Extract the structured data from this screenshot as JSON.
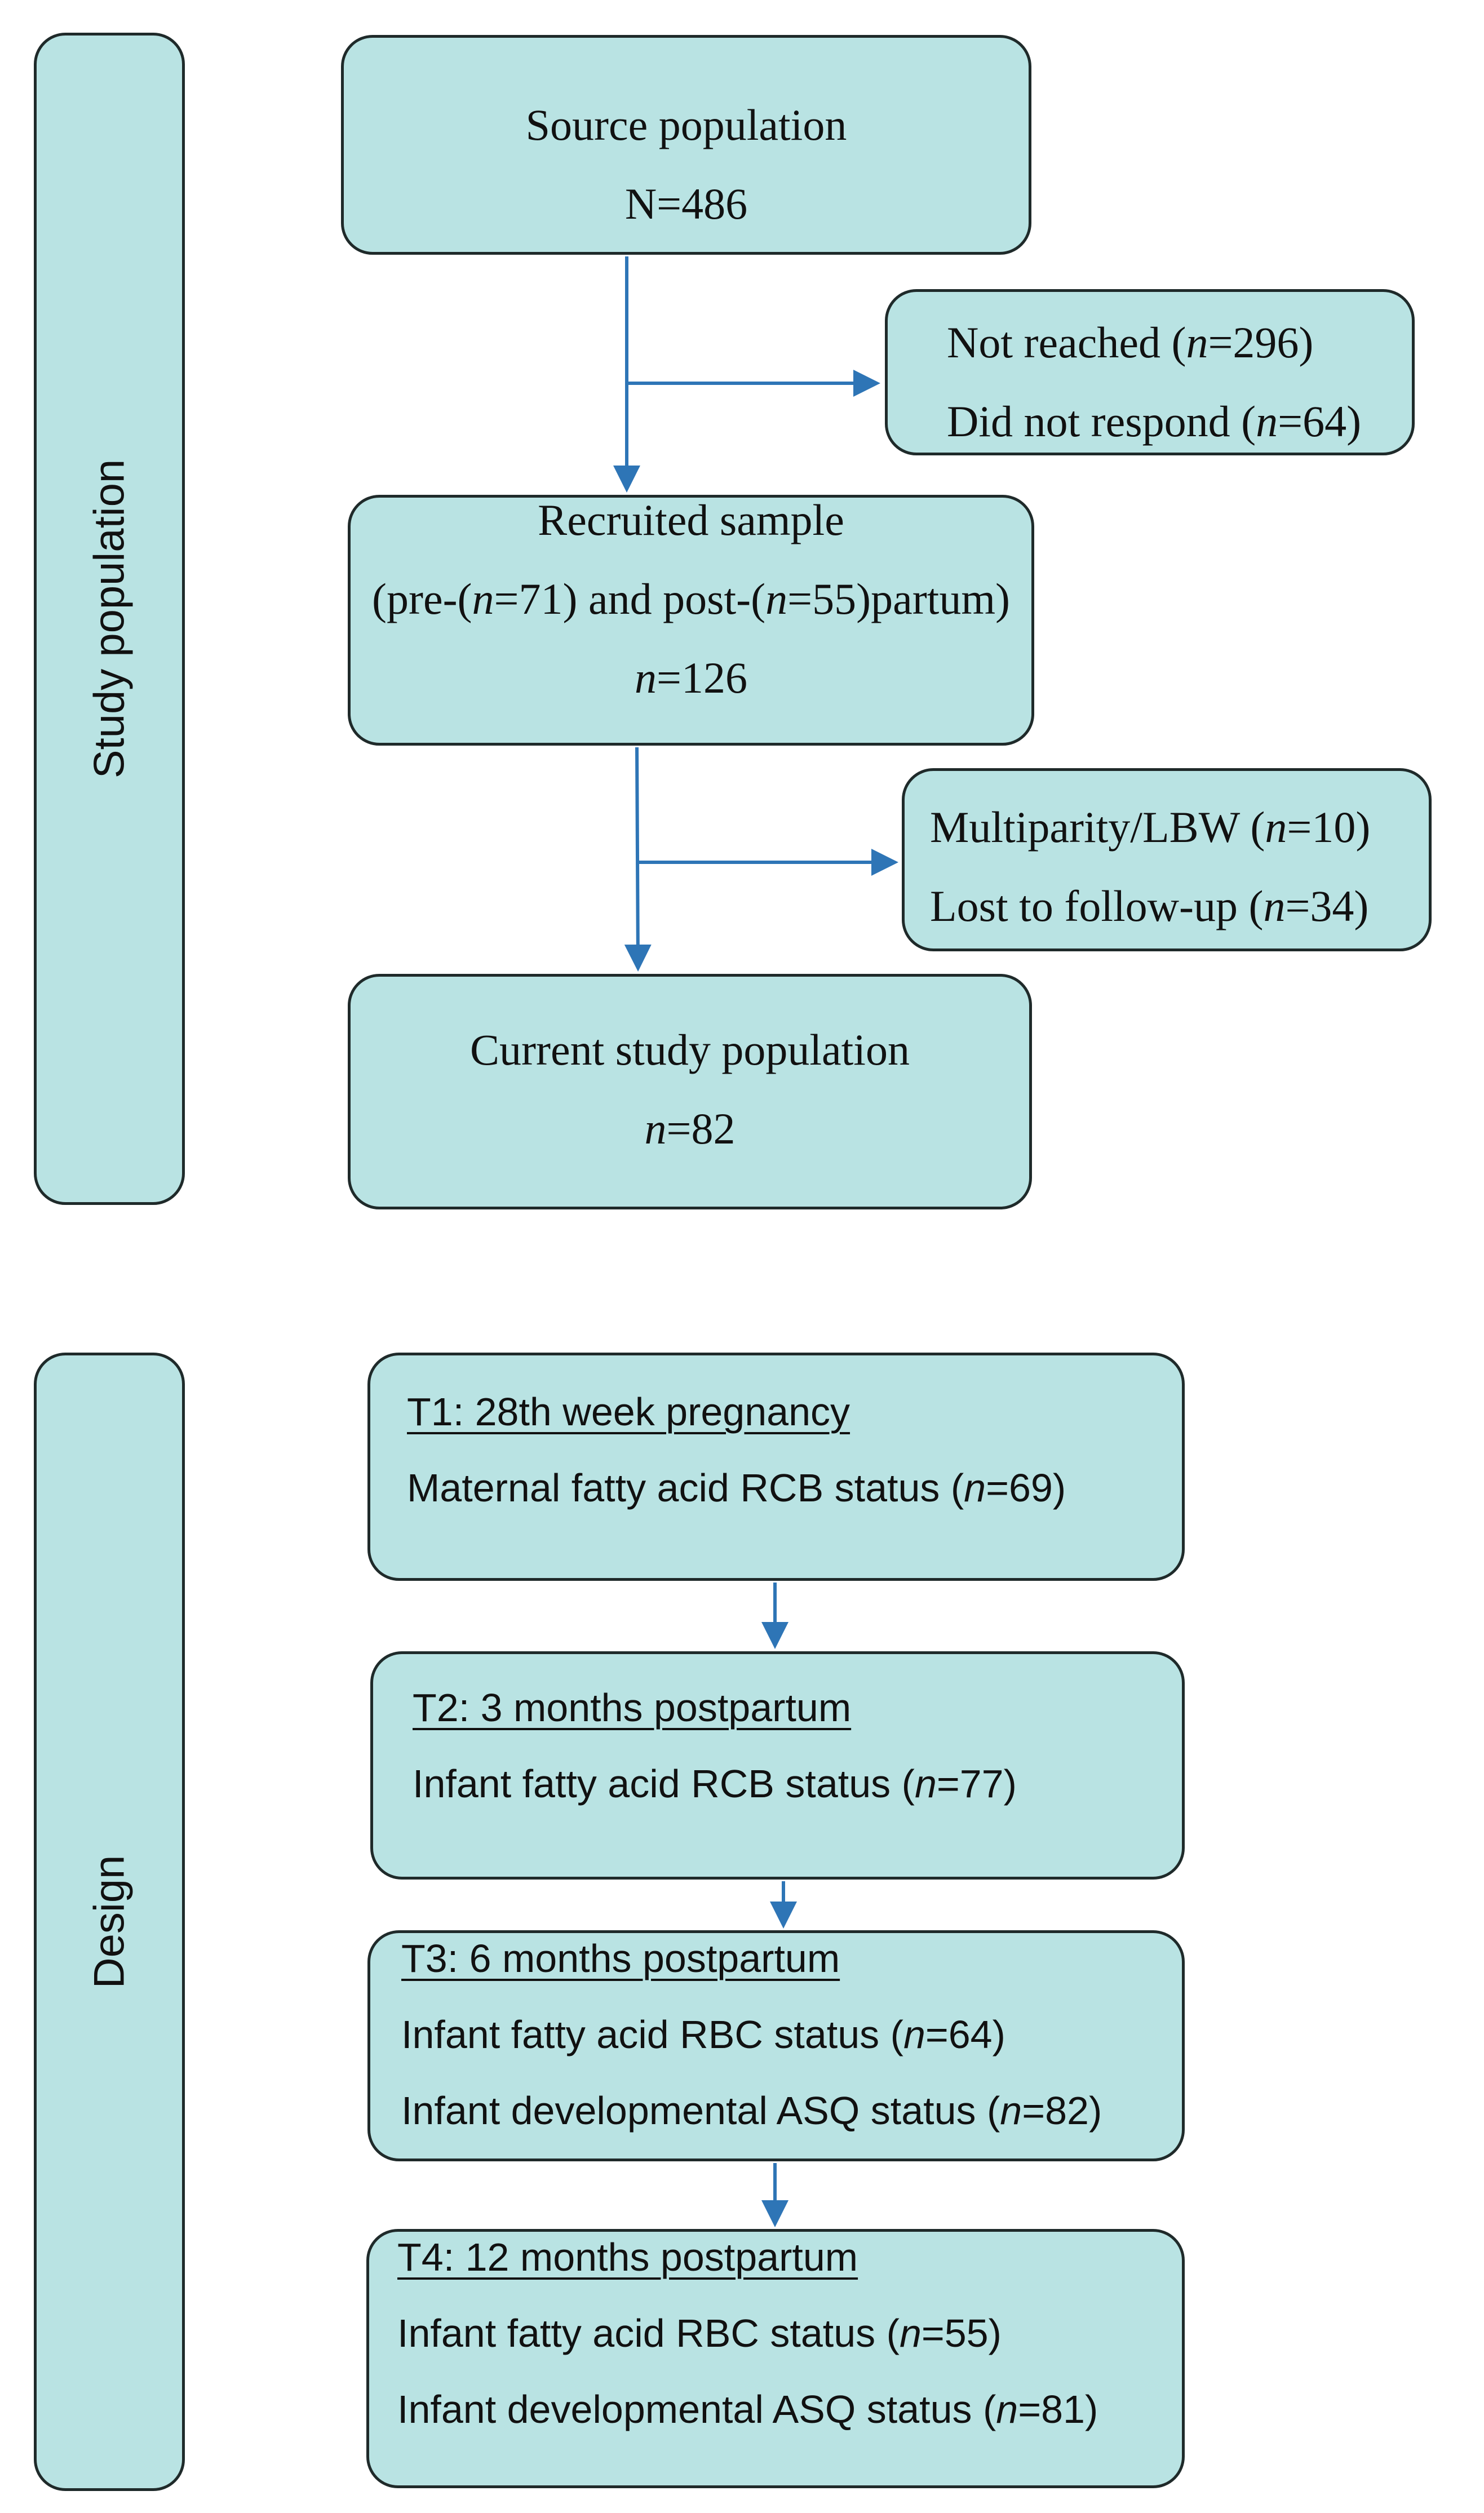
{
  "side_labels": {
    "study_population": "Study population",
    "design": "Design"
  },
  "flow": {
    "source": {
      "title": "Source population",
      "count": "N=486"
    },
    "excluded_1": {
      "not_reached": {
        "label": "Not reached (",
        "n": "n",
        "val": "=296)"
      },
      "did_not_respond": {
        "label": "Did not respond (",
        "n": "n",
        "val": "=64)"
      }
    },
    "recruited": {
      "title": "Recruited sample",
      "sub_a": "(pre-(",
      "sub_n1": "n",
      "sub_b": "=71) and post-(",
      "sub_n2": "n",
      "sub_c": "=55)partum)",
      "count_n": "n",
      "count_val": "=126"
    },
    "excluded_2": {
      "multiparity": {
        "label": "Multiparity/LBW (",
        "n": "n",
        "val": "=10)"
      },
      "lost": {
        "label": "Lost to follow-up (",
        "n": "n",
        "val": "=34)"
      }
    },
    "current": {
      "title": "Current study population",
      "count_n": "n",
      "count_val": "=82"
    }
  },
  "design": {
    "t1": {
      "heading": "T1: 28th week pregnancy ",
      "line1_label": "Maternal fatty acid RCB status (",
      "line1_n": "n",
      "line1_val": "=69)"
    },
    "t2": {
      "heading": "T2: 3 months postpartum",
      "line1_label": "Infant fatty acid RCB status (",
      "line1_n": "n",
      "line1_val": "=77)"
    },
    "t3": {
      "heading": "T3: 6 months postpartum",
      "line1_label": "Infant fatty acid RBC status (",
      "line1_n": "n",
      "line1_val": "=64)",
      "line2_label": "Infant developmental ASQ status (",
      "line2_n": "n",
      "line2_val": "=82)"
    },
    "t4": {
      "heading": "T4: 12 months postpartum",
      "line1_label": "Infant fatty acid RBC status (",
      "line1_n": "n",
      "line1_val": "=55)",
      "line2_label": "Infant developmental ASQ status (",
      "line2_n": "n",
      "line2_val": "=81)"
    }
  },
  "colors": {
    "box_fill": "#b9e3e3",
    "box_border": "#1f2a2a",
    "arrow": "#2e75b6"
  }
}
